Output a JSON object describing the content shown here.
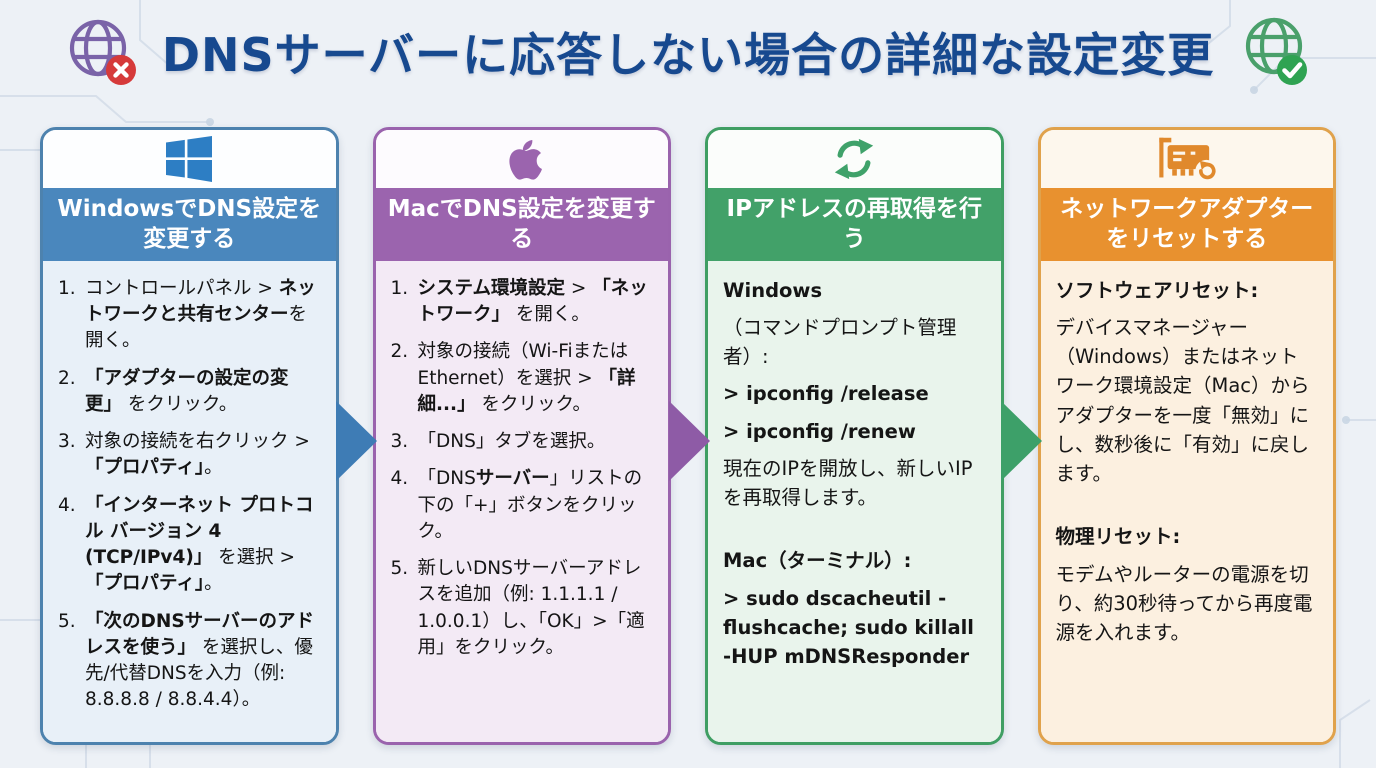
{
  "title": "DNSサーバーに応答しない場合の詳細な設定変更",
  "colors": {
    "page_bg": "#edf1f6",
    "title_text": "#17498f",
    "pattern_line": "#d2dce8",
    "globe_error": "#7a63a8",
    "globe_error_badge": "#d63a3a",
    "globe_success": "#4aa06b",
    "globe_success_badge": "#2fa352"
  },
  "header_icons": {
    "left": "globe-error-icon",
    "right": "globe-success-icon"
  },
  "arrows": [
    {
      "name": "flow-arrow-1",
      "color": "#3e7cb5"
    },
    {
      "name": "flow-arrow-2",
      "color": "#8e5ba6"
    },
    {
      "name": "flow-arrow-3",
      "color": "#3da069"
    }
  ],
  "cards": [
    {
      "id": "windows",
      "icon": "windows-logo-icon",
      "title": "WindowsでDNS設定を変更する",
      "colors": {
        "border": "#4d82ae",
        "header_bg": "#4a87bd",
        "body_bg": "#e8f0f8",
        "icon_area_bg": "#fdfeff",
        "icon": "#2d7ec4"
      },
      "body_style": "sz19",
      "body": [
        {
          "style": "step",
          "num": "1.",
          "segments": [
            {
              "t": "コントロールパネル > ",
              "b": false
            },
            {
              "t": "ネットワークと共有センター",
              "b": true
            },
            {
              "t": "を開く。",
              "b": false
            }
          ]
        },
        {
          "style": "step",
          "num": "2.",
          "segments": [
            {
              "t": "「アダプターの設定の変更」",
              "b": true
            },
            {
              "t": " をクリック。",
              "b": false
            }
          ]
        },
        {
          "style": "step",
          "num": "3.",
          "segments": [
            {
              "t": "対象の接続を右クリック > ",
              "b": false
            },
            {
              "t": "「プロパティ」",
              "b": true
            },
            {
              "t": "。",
              "b": false
            }
          ]
        },
        {
          "style": "step",
          "num": "4.",
          "segments": [
            {
              "t": "「インターネット プロトコル バージョン 4 (TCP/IPv4)」",
              "b": true
            },
            {
              "t": " を選択 > ",
              "b": false
            },
            {
              "t": "「プロパティ」",
              "b": true
            },
            {
              "t": "。",
              "b": false
            }
          ]
        },
        {
          "style": "step",
          "num": "5.",
          "segments": [
            {
              "t": "「次のDNSサーバーのアドレスを使う」",
              "b": true
            },
            {
              "t": " を選択し、優先/代替DNSを入力（例: 8.8.8.8 / 8.8.4.4）。",
              "b": false
            }
          ]
        }
      ]
    },
    {
      "id": "mac",
      "icon": "apple-logo-icon",
      "title": "MacでDNS設定を変更する",
      "colors": {
        "border": "#9a63ad",
        "header_bg": "#9b64ae",
        "body_bg": "#f3eaf5",
        "icon_area_bg": "#fdfbfe",
        "icon": "#9b64ae"
      },
      "body_style": "sz19",
      "body": [
        {
          "style": "step",
          "num": "1.",
          "segments": [
            {
              "t": "システム環境設定",
              "b": true
            },
            {
              "t": " > ",
              "b": false
            },
            {
              "t": "「ネットワーク」",
              "b": true
            },
            {
              "t": " を開く。",
              "b": false
            }
          ]
        },
        {
          "style": "step",
          "num": "2.",
          "segments": [
            {
              "t": "対象の接続（Wi-FiまたはEthernet）を選択 > ",
              "b": false
            },
            {
              "t": "「詳細...」",
              "b": true
            },
            {
              "t": " をクリック。",
              "b": false
            }
          ]
        },
        {
          "style": "step",
          "num": "3.",
          "segments": [
            {
              "t": "「DNS」タブを選択。",
              "b": false
            }
          ]
        },
        {
          "style": "step",
          "num": "4.",
          "segments": [
            {
              "t": "「DNS",
              "b": false
            },
            {
              "t": "サーバー",
              "b": true
            },
            {
              "t": "」リストの下の「+」ボタンをクリック。",
              "b": false
            }
          ]
        },
        {
          "style": "step",
          "num": "5.",
          "segments": [
            {
              "t": "新しいDNSサーバーアドレスを追加（例: 1.1.1.1 / 1.0.0.1）し、「OK」>「適用」をクリック。",
              "b": false
            }
          ]
        }
      ]
    },
    {
      "id": "ip-renew",
      "icon": "refresh-icon",
      "title": "IPアドレスの再取得を行う",
      "colors": {
        "border": "#3f9e63",
        "header_bg": "#42a169",
        "body_bg": "#e9f4ec",
        "icon_area_bg": "#fbfdfb",
        "icon": "#3fa26a"
      },
      "body_style": "sz20",
      "body": [
        {
          "style": "text",
          "segments": [
            {
              "t": "Windows",
              "b": true
            }
          ]
        },
        {
          "style": "text",
          "segments": [
            {
              "t": "（コマンドプロンプト管理者）:",
              "b": false
            }
          ]
        },
        {
          "style": "text",
          "segments": [
            {
              "t": "> ipconfig /release",
              "b": true
            }
          ]
        },
        {
          "style": "text",
          "segments": [
            {
              "t": "> ipconfig /renew",
              "b": true
            }
          ]
        },
        {
          "style": "text",
          "segments": [
            {
              "t": "現在のIPを開放し、新しいIPを再取得します。",
              "b": false
            }
          ]
        },
        {
          "style": "spacer"
        },
        {
          "style": "text",
          "segments": [
            {
              "t": "Mac（ターミナル）:",
              "b": true
            }
          ]
        },
        {
          "style": "text",
          "segments": [
            {
              "t": "> sudo dscacheutil -flushcache; sudo killall -HUP mDNSResponder",
              "b": true
            }
          ]
        }
      ]
    },
    {
      "id": "adapter-reset",
      "icon": "network-adapter-reset-icon",
      "title": "ネットワークアダプターをリセットする",
      "colors": {
        "border": "#e0a24c",
        "header_bg": "#e8912f",
        "body_bg": "#fcf0e0",
        "icon_area_bg": "#fdf7ed",
        "icon": "#e0892c"
      },
      "body_style": "sz20",
      "body": [
        {
          "style": "text",
          "segments": [
            {
              "t": "ソフトウェアリセット:",
              "b": true
            }
          ]
        },
        {
          "style": "text",
          "segments": [
            {
              "t": "デバイスマネージャー（Windows）またはネットワーク環境設定（Mac）からアダプターを一度「無効」にし、数秒後に「有効」に戻します。",
              "b": false
            }
          ]
        },
        {
          "style": "spacer"
        },
        {
          "style": "text",
          "segments": [
            {
              "t": "物理リセット:",
              "b": true
            }
          ]
        },
        {
          "style": "text",
          "segments": [
            {
              "t": "モデムやルーターの電源を切り、約30秒待ってから再度電源を入れます。",
              "b": false
            }
          ]
        }
      ]
    }
  ]
}
